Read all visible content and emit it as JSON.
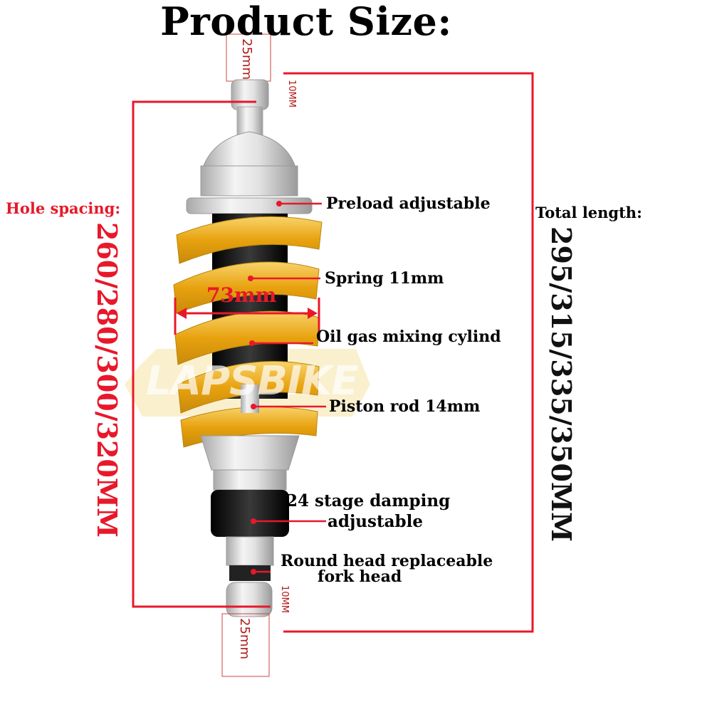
{
  "title": "Product Size:",
  "brand": {
    "watermark": "LAPSBIKE"
  },
  "dimensions": {
    "hole_spacing_label": "Hole spacing:",
    "hole_spacing_value": "260/280/300/320MM",
    "total_length_label": "Total length:",
    "total_length_value": "295/315/335/350MM",
    "width_value": "73mm",
    "top_eye_width": "25mm",
    "top_eye_hole": "10MM",
    "bottom_eye_width": "25mm",
    "bottom_eye_hole": "10MM"
  },
  "callouts": {
    "preload": "Preload adjustable",
    "spring": "Spring 11mm",
    "cylinder": "Oil gas mixing cylind",
    "piston": "Piston rod 14mm",
    "damping_line1": "24 stage damping",
    "damping_line2": "adjustable",
    "head_line1": "Round head replaceable",
    "head_line2": "fork head"
  },
  "colors": {
    "dimension_red": "#e8182a",
    "spring_yellow": "#f2b21f",
    "body_silver": "#d4d4d4",
    "cylinder_black": "#111111"
  }
}
